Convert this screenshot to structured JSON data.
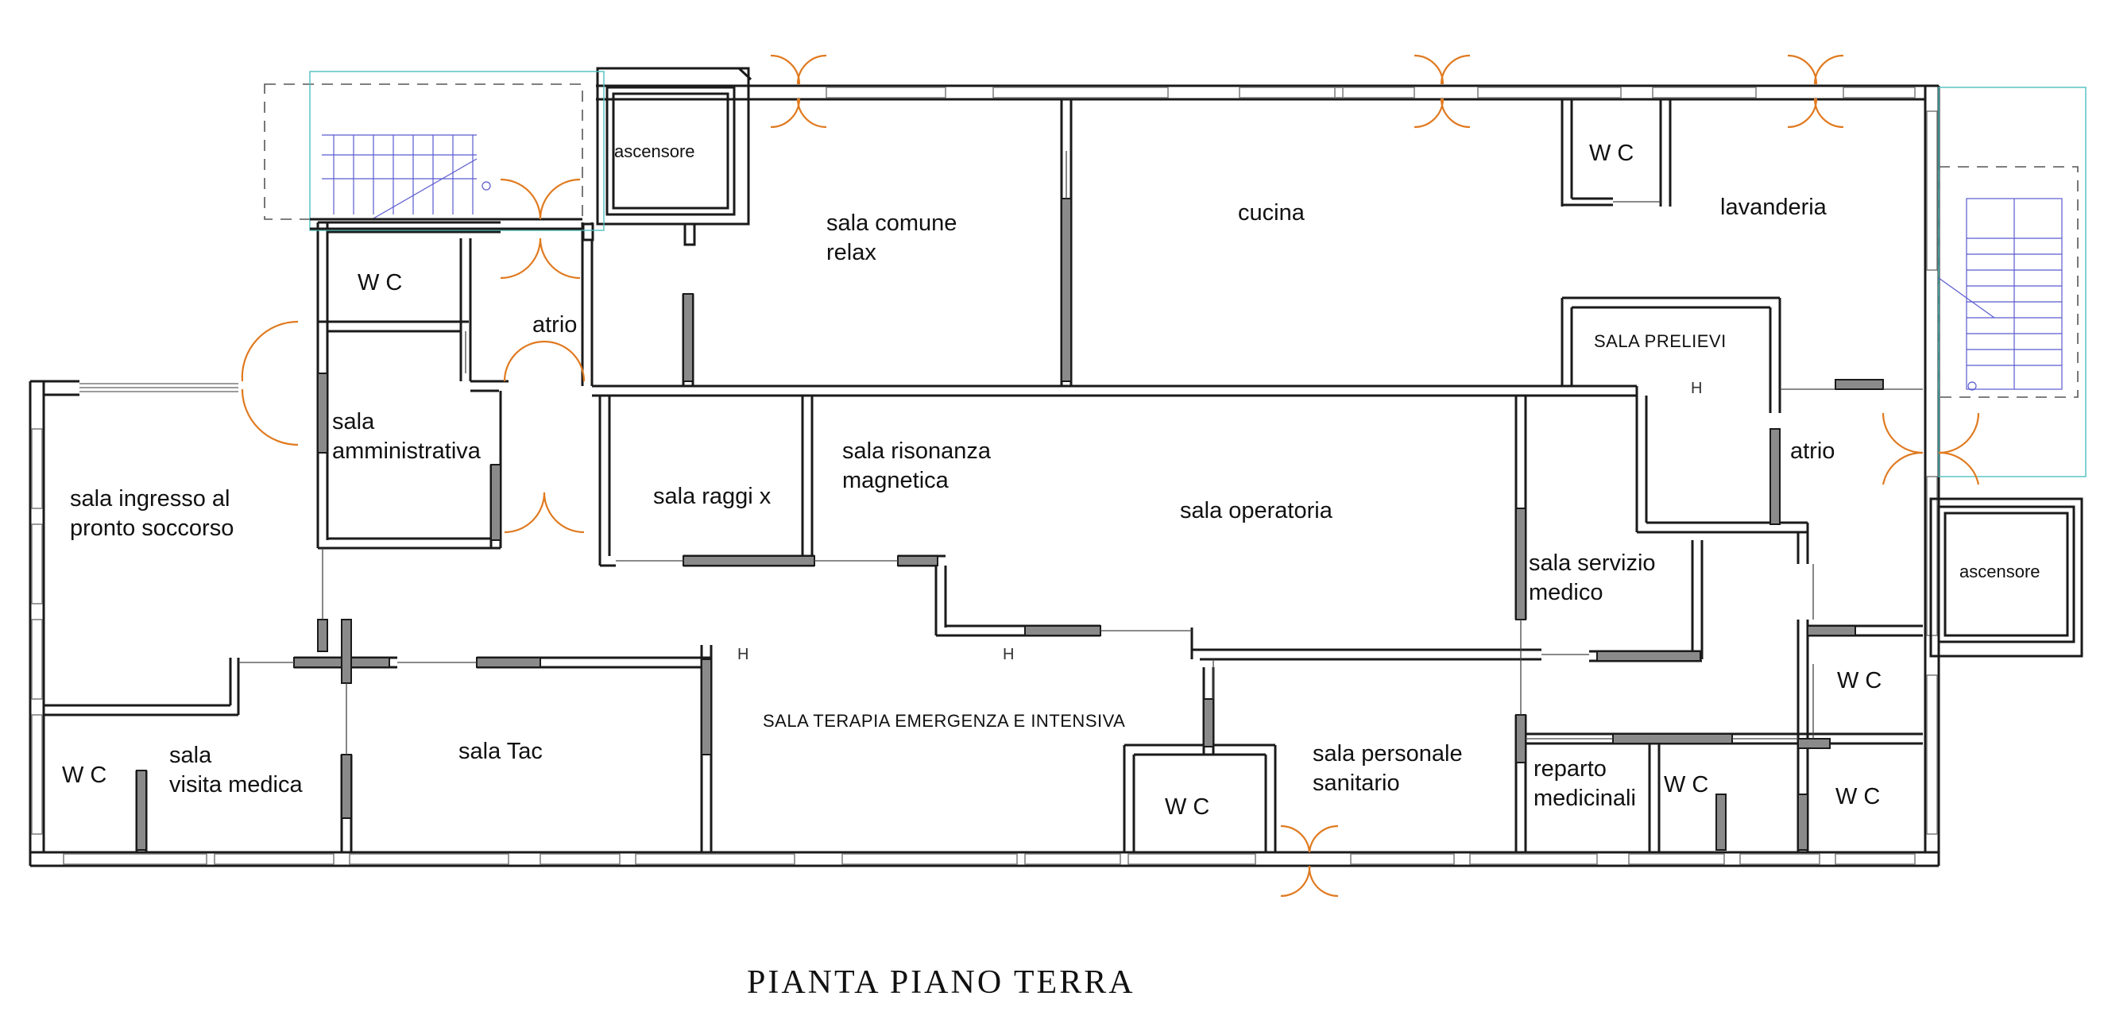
{
  "plan_title": "PIANTA  PIANO  TERRA",
  "rooms": {
    "ascensore_left": "ascensore",
    "sala_comune": [
      "sala comune",
      "relax"
    ],
    "cucina": "cucina",
    "wc_top": "W  C",
    "lavanderia": "lavanderia",
    "wc_admin": "W  C",
    "atrio_left": "atrio",
    "sala_prelievi": "SALA PRELIEVI",
    "sala_amministrativa": [
      "sala",
      "amministrativa"
    ],
    "sala_ingresso": [
      "sala ingresso al",
      "pronto soccorso"
    ],
    "sala_raggi_x": "sala raggi x",
    "sala_risonanza": [
      "sala risonanza",
      "magnetica"
    ],
    "sala_operatoria": "sala operatoria",
    "atrio_right": "atrio",
    "ascensore_right": "ascensore",
    "sala_servizio": [
      "sala servizio",
      "medico"
    ],
    "wc_right_upper": "W  C",
    "sala_terapia": "SALA TERAPIA EMERGENZA E INTENSIVA",
    "wc_bottom_left": "W  C",
    "sala_visita": [
      "sala",
      "visita medica"
    ],
    "sala_tac": "sala Tac",
    "wc_center": "W  C",
    "sala_personale": [
      "sala personale",
      "sanitario"
    ],
    "reparto": [
      "reparto",
      "medicinali"
    ],
    "wc_reparto": "W  C",
    "wc_right_lower": "W  C"
  },
  "markers": {
    "h": "H"
  }
}
